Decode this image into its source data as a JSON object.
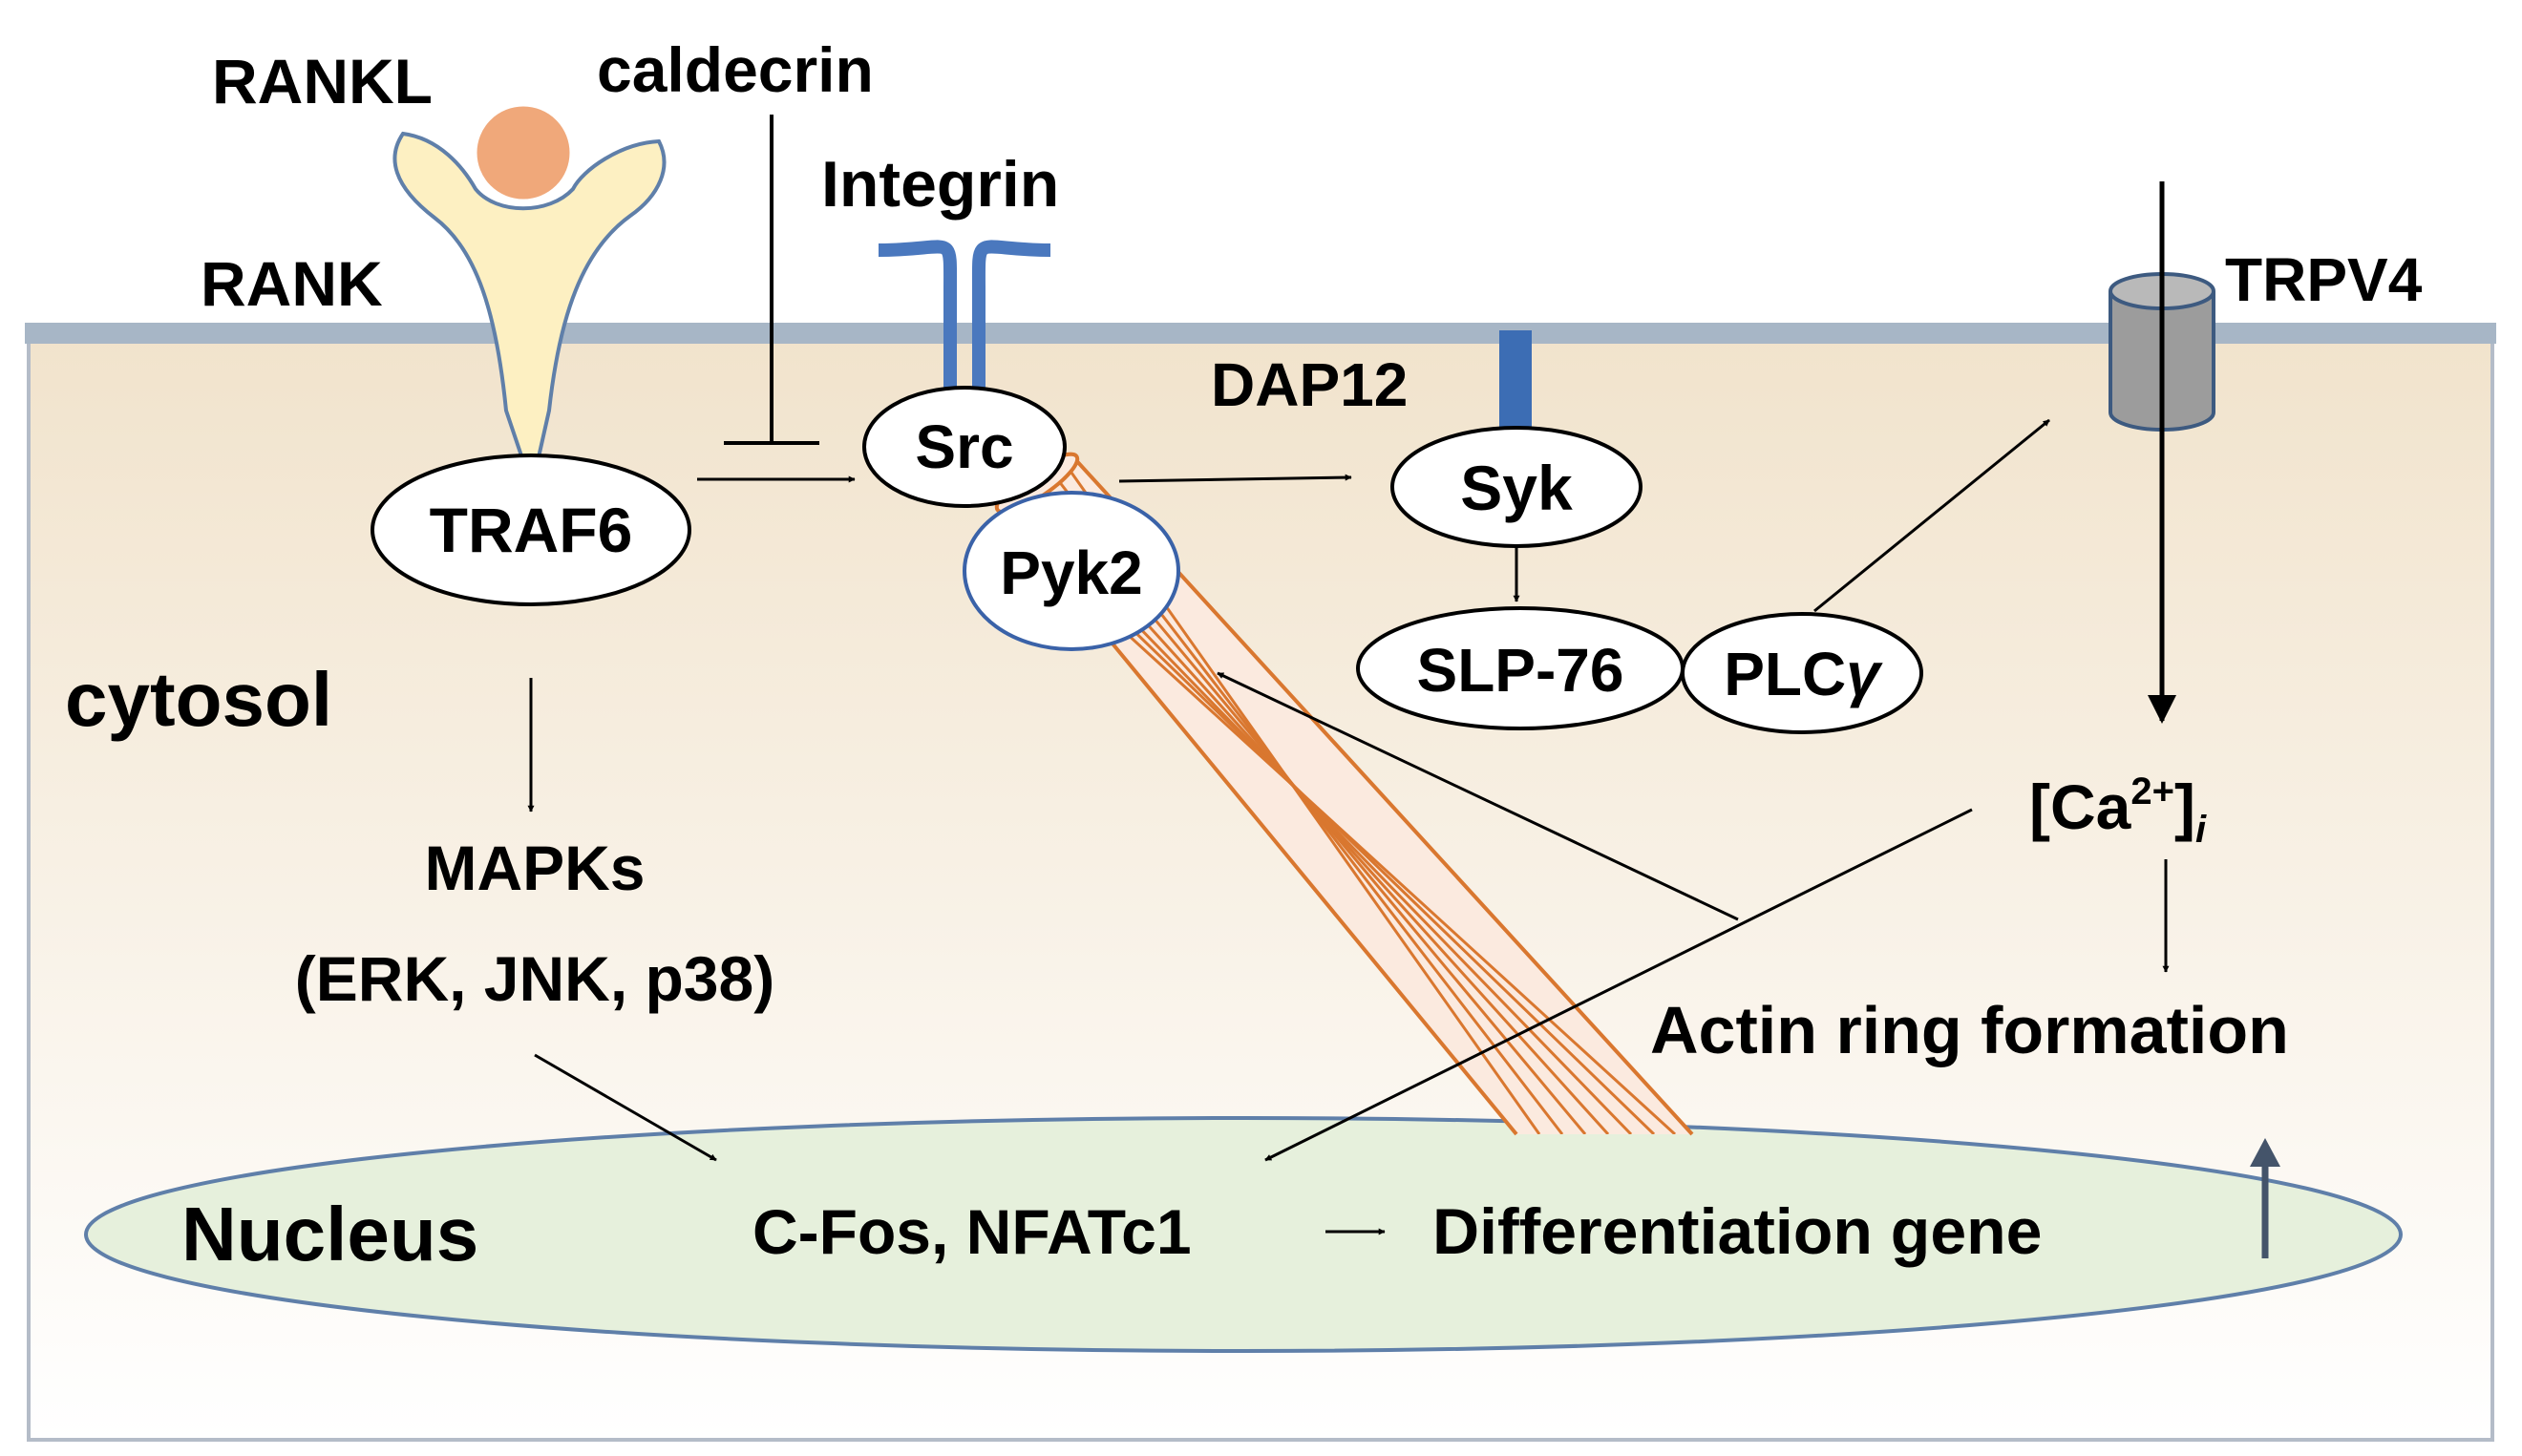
{
  "colors": {
    "cytosol_top": "#f1e3cc",
    "cytosol_bottom": "#ffffff",
    "membrane": "#a7b6c6",
    "cell_border": "#b4bcc8",
    "rank_receptor": "#fdf0c2",
    "rank_outline": "#5f7fa9",
    "rankl_ligand": "#f0a87a",
    "integrin": "#4a78be",
    "dap12": "#3c6db4",
    "trpv4_channel": "#9c9c9c",
    "actin_fiber": "#d9772f",
    "nucleus_fill": "#e6f0dc",
    "nucleus_outline": "#5f7fa9",
    "pyk2_outline": "#3a62a8",
    "up_arrow": "#44546a"
  },
  "labels": {
    "rankl": "RANKL",
    "caldecrin": "caldecrin",
    "integrin": "Integrin",
    "rank": "RANK",
    "trpv4": "TRPV4",
    "dap12": "DAP12",
    "src": "Src",
    "traf6": "TRAF6",
    "syk": "Syk",
    "pyk2": "Pyk2",
    "slp76": "SLP-76",
    "plc": "PLC",
    "plc_gamma": "γ",
    "cytosol": "cytosol",
    "mapks": "MAPKs",
    "mapks_members": "(ERK, JNK, p38)",
    "ca_open": "[Ca",
    "ca_charge": "2+",
    "ca_close": "]",
    "ca_subscript": "i",
    "actin_ring": "Actin ring formation",
    "nucleus": "Nucleus",
    "cfos_nfatc1": "C-Fos, NFATc1",
    "diff_gene": "Differentiation gene"
  }
}
